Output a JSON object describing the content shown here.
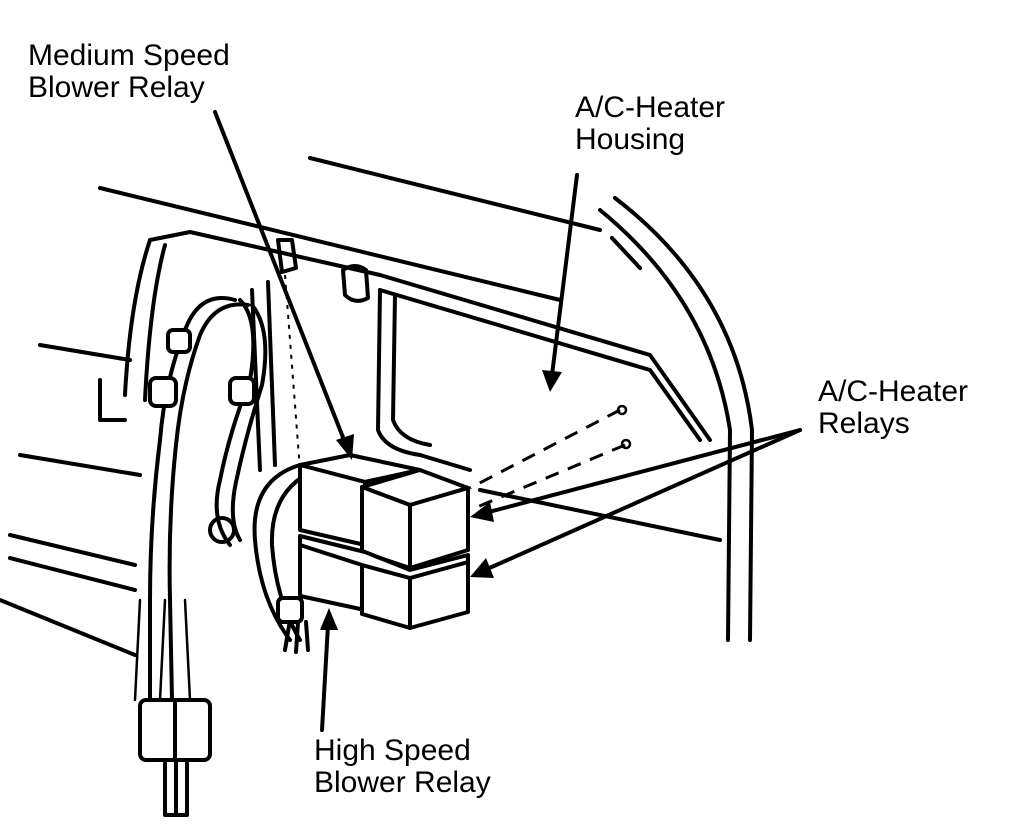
{
  "labels": {
    "medium_speed_blower_relay": [
      "Medium Speed",
      "Blower Relay"
    ],
    "ac_heater_housing": [
      "A/C-Heater",
      "Housing"
    ],
    "ac_heater_relays": [
      "A/C-Heater",
      "Relays"
    ],
    "high_speed_blower_relay": [
      "High Speed",
      "Blower Relay"
    ]
  },
  "colors": {
    "ink": "#000000",
    "paper": "#ffffff"
  }
}
